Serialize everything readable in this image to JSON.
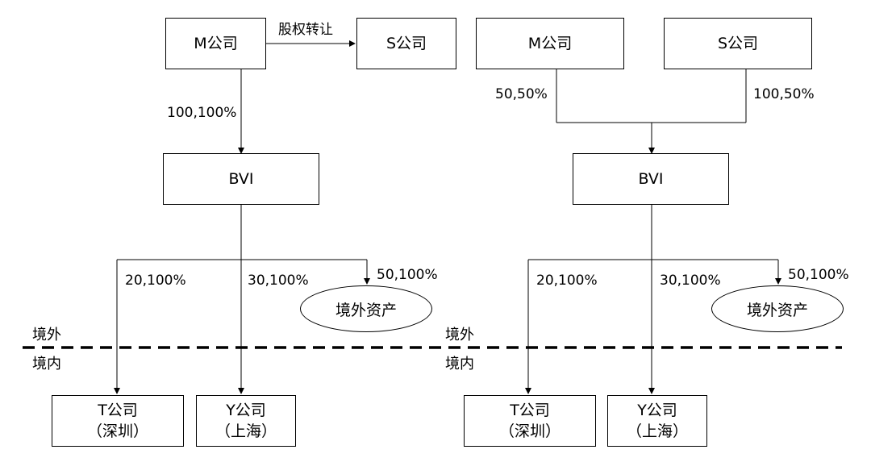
{
  "left": {
    "m_company": "M公司",
    "s_company": "S公司",
    "transfer_label": "股权转让",
    "m_to_bvi_label": "100,100%",
    "bvi": "BVI",
    "t_label": "20,100%",
    "y_label": "30,100%",
    "overseas_label": "50,100%",
    "overseas_assets": "境外资产",
    "t_company": "T公司",
    "t_location": "（深圳）",
    "y_company": "Y公司",
    "y_location": "（上海）",
    "zone_outside": "境外",
    "zone_inside": "境内"
  },
  "right": {
    "m_company": "M公司",
    "s_company": "S公司",
    "m_label": "50,50%",
    "s_label": "100,50%",
    "bvi": "BVI",
    "t_label": "20,100%",
    "y_label": "30,100%",
    "overseas_label": "50,100%",
    "overseas_assets": "境外资产",
    "t_company": "T公司",
    "t_location": "（深圳）",
    "y_company": "Y公司",
    "y_location": "（上海）",
    "zone_outside": "境外",
    "zone_inside": "境内"
  }
}
